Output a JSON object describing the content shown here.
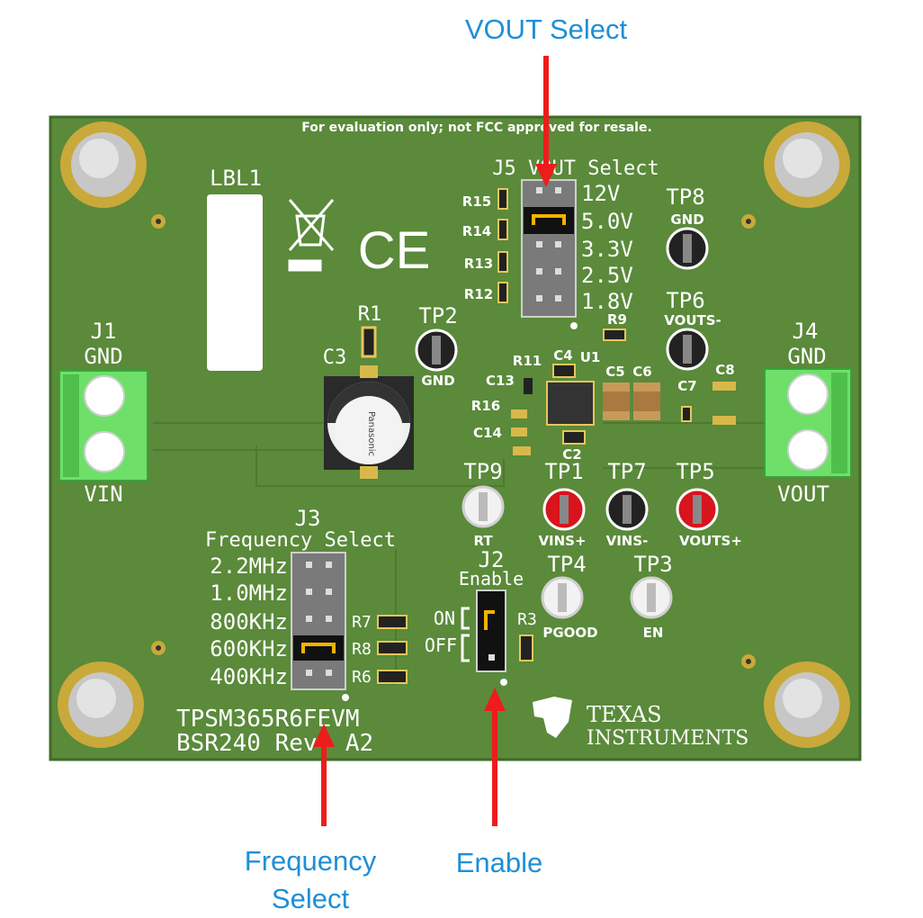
{
  "callouts": {
    "vout_select": "VOUT Select",
    "frequency_select": "Frequency\nSelect",
    "enable": "Enable"
  },
  "board": {
    "disclaimer": "For evaluation only; not FCC approved for resale.",
    "lbl1": "LBL1",
    "name": "TPSM365R6FEVM",
    "revision": "BSR240 Rev. A2",
    "ti_logo_line1": "TEXAS",
    "ti_logo_line2": "INSTRUMENTS",
    "ce_mark": "CE"
  },
  "connectors": {
    "j1": {
      "ref": "J1",
      "top": "GND",
      "bottom": "VIN"
    },
    "j4": {
      "ref": "J4",
      "top": "GND",
      "bottom": "VOUT"
    }
  },
  "j5": {
    "title": "J5 VOUT Select",
    "options": [
      "12V",
      "5.0V",
      "3.3V",
      "2.5V",
      "1.8V"
    ],
    "resistors": [
      "R15",
      "R14",
      "R13",
      "R12"
    ]
  },
  "j3": {
    "ref": "J3",
    "title": "Frequency Select",
    "options": [
      "2.2MHz",
      "1.0MHz",
      "800KHz",
      "600KHz",
      "400KHz"
    ],
    "resistors": [
      "R7",
      "R8",
      "R6"
    ]
  },
  "j2": {
    "ref": "J2",
    "title": "Enable",
    "on": "ON",
    "off": "OFF"
  },
  "test_points": {
    "tp8": {
      "ref": "TP8",
      "label": "GND"
    },
    "tp6": {
      "ref": "TP6",
      "label": "VOUTS-"
    },
    "tp2": {
      "ref": "TP2",
      "label": "GND"
    },
    "tp9": {
      "ref": "TP9",
      "label": "RT"
    },
    "tp1": {
      "ref": "TP1",
      "label": "VINS+"
    },
    "tp7": {
      "ref": "TP7",
      "label": "VINS-"
    },
    "tp5": {
      "ref": "TP5",
      "label": "VOUTS+"
    },
    "tp4": {
      "ref": "TP4",
      "label": "PGOOD"
    },
    "tp3": {
      "ref": "TP3",
      "label": "EN"
    }
  },
  "components": {
    "r1": "R1",
    "c3": "C3",
    "c3_brand": "Panasonic",
    "r9": "R9",
    "r11": "R11",
    "c4": "C4",
    "u1": "U1",
    "c5": "C5",
    "c6": "C6",
    "c7": "C7",
    "c8": "C8",
    "c13": "C13",
    "r16": "R16",
    "c14": "C14",
    "c2": "C2",
    "r3": "R3"
  },
  "colors": {
    "board": "#5a8a3a",
    "board_edge": "#3f6b28",
    "silkscreen": "#ffffff",
    "arrow": "#ee1c1c",
    "callout_text": "#1e8fd6",
    "terminal_block": "#6ee06a",
    "tp_red": "#d8141c",
    "tp_black": "#222222",
    "tp_white": "#f2f2f2",
    "header": "#7a7a7a"
  }
}
